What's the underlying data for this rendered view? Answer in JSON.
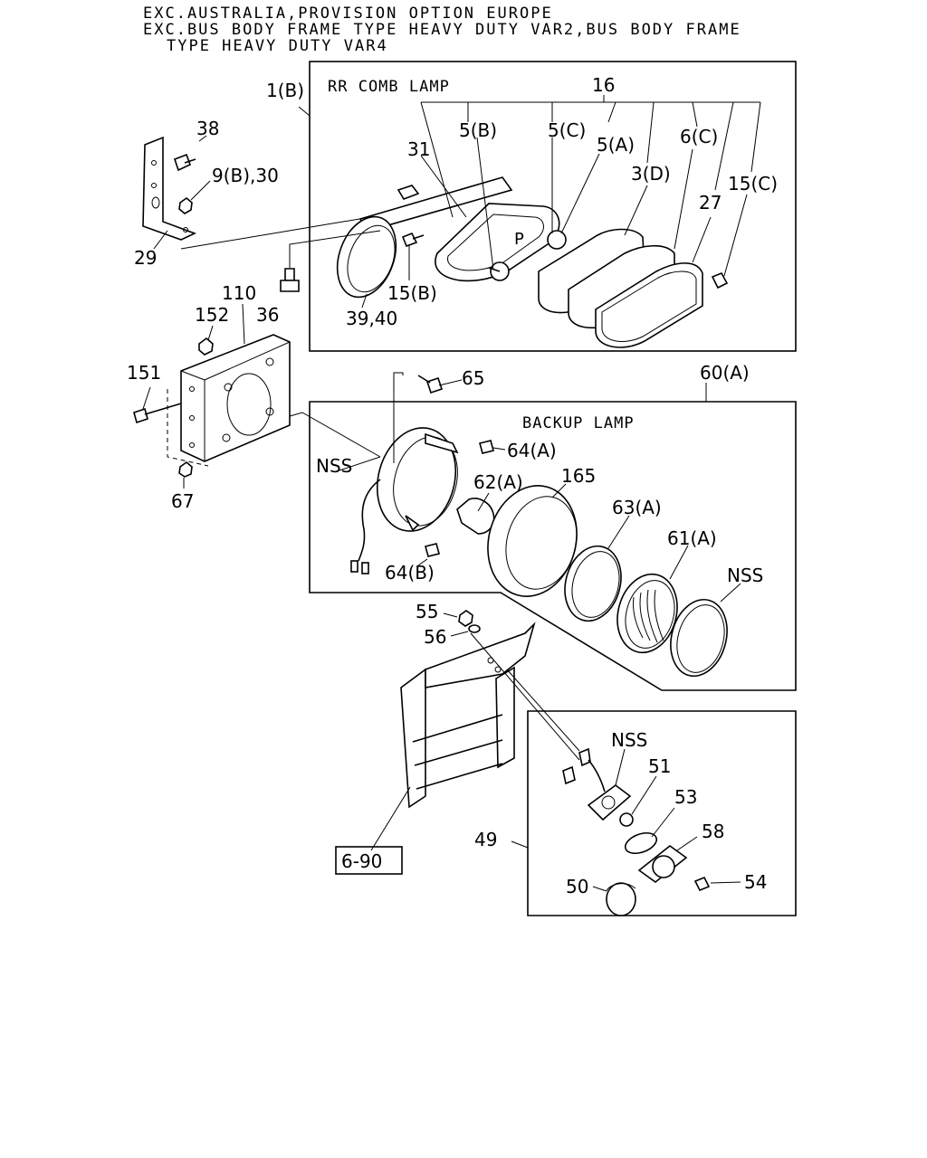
{
  "header": {
    "line1": "EXC.AUSTRALIA,PROVISION OPTION EUROPE",
    "line2": "EXC.BUS BODY FRAME TYPE HEAVY DUTY VAR2,BUS BODY FRAME",
    "line3": "TYPE HEAVY DUTY VAR4"
  },
  "groups": {
    "rr_comb_lamp": "RR COMB LAMP",
    "backup_lamp": "BACKUP LAMP"
  },
  "callouts": {
    "c1b": "1(B)",
    "c16": "16",
    "c38": "38",
    "c9b30": "9(B),30",
    "c29": "29",
    "c31": "31",
    "c5b": "5(B)",
    "c5c": "5(C)",
    "c5a": "5(A)",
    "c6c": "6(C)",
    "c3d": "3(D)",
    "c15c": "15(C)",
    "c27": "27",
    "c15b": "15(B)",
    "c3940": "39,40",
    "c36": "36",
    "c110": "110",
    "c152": "152",
    "c151": "151",
    "c67": "67",
    "c65": "65",
    "c60a": "60(A)",
    "c64a": "64(A)",
    "cnss1": "NSS",
    "c62a": "62(A)",
    "c165": "165",
    "c63a": "63(A)",
    "c61a": "61(A)",
    "cnss2": "NSS",
    "c64b": "64(B)",
    "c55": "55",
    "c56": "56",
    "cnss3": "NSS",
    "c51": "51",
    "c53": "53",
    "c58": "58",
    "c49": "49",
    "c50": "50",
    "c54": "54"
  },
  "reference": {
    "label": "6-90"
  }
}
